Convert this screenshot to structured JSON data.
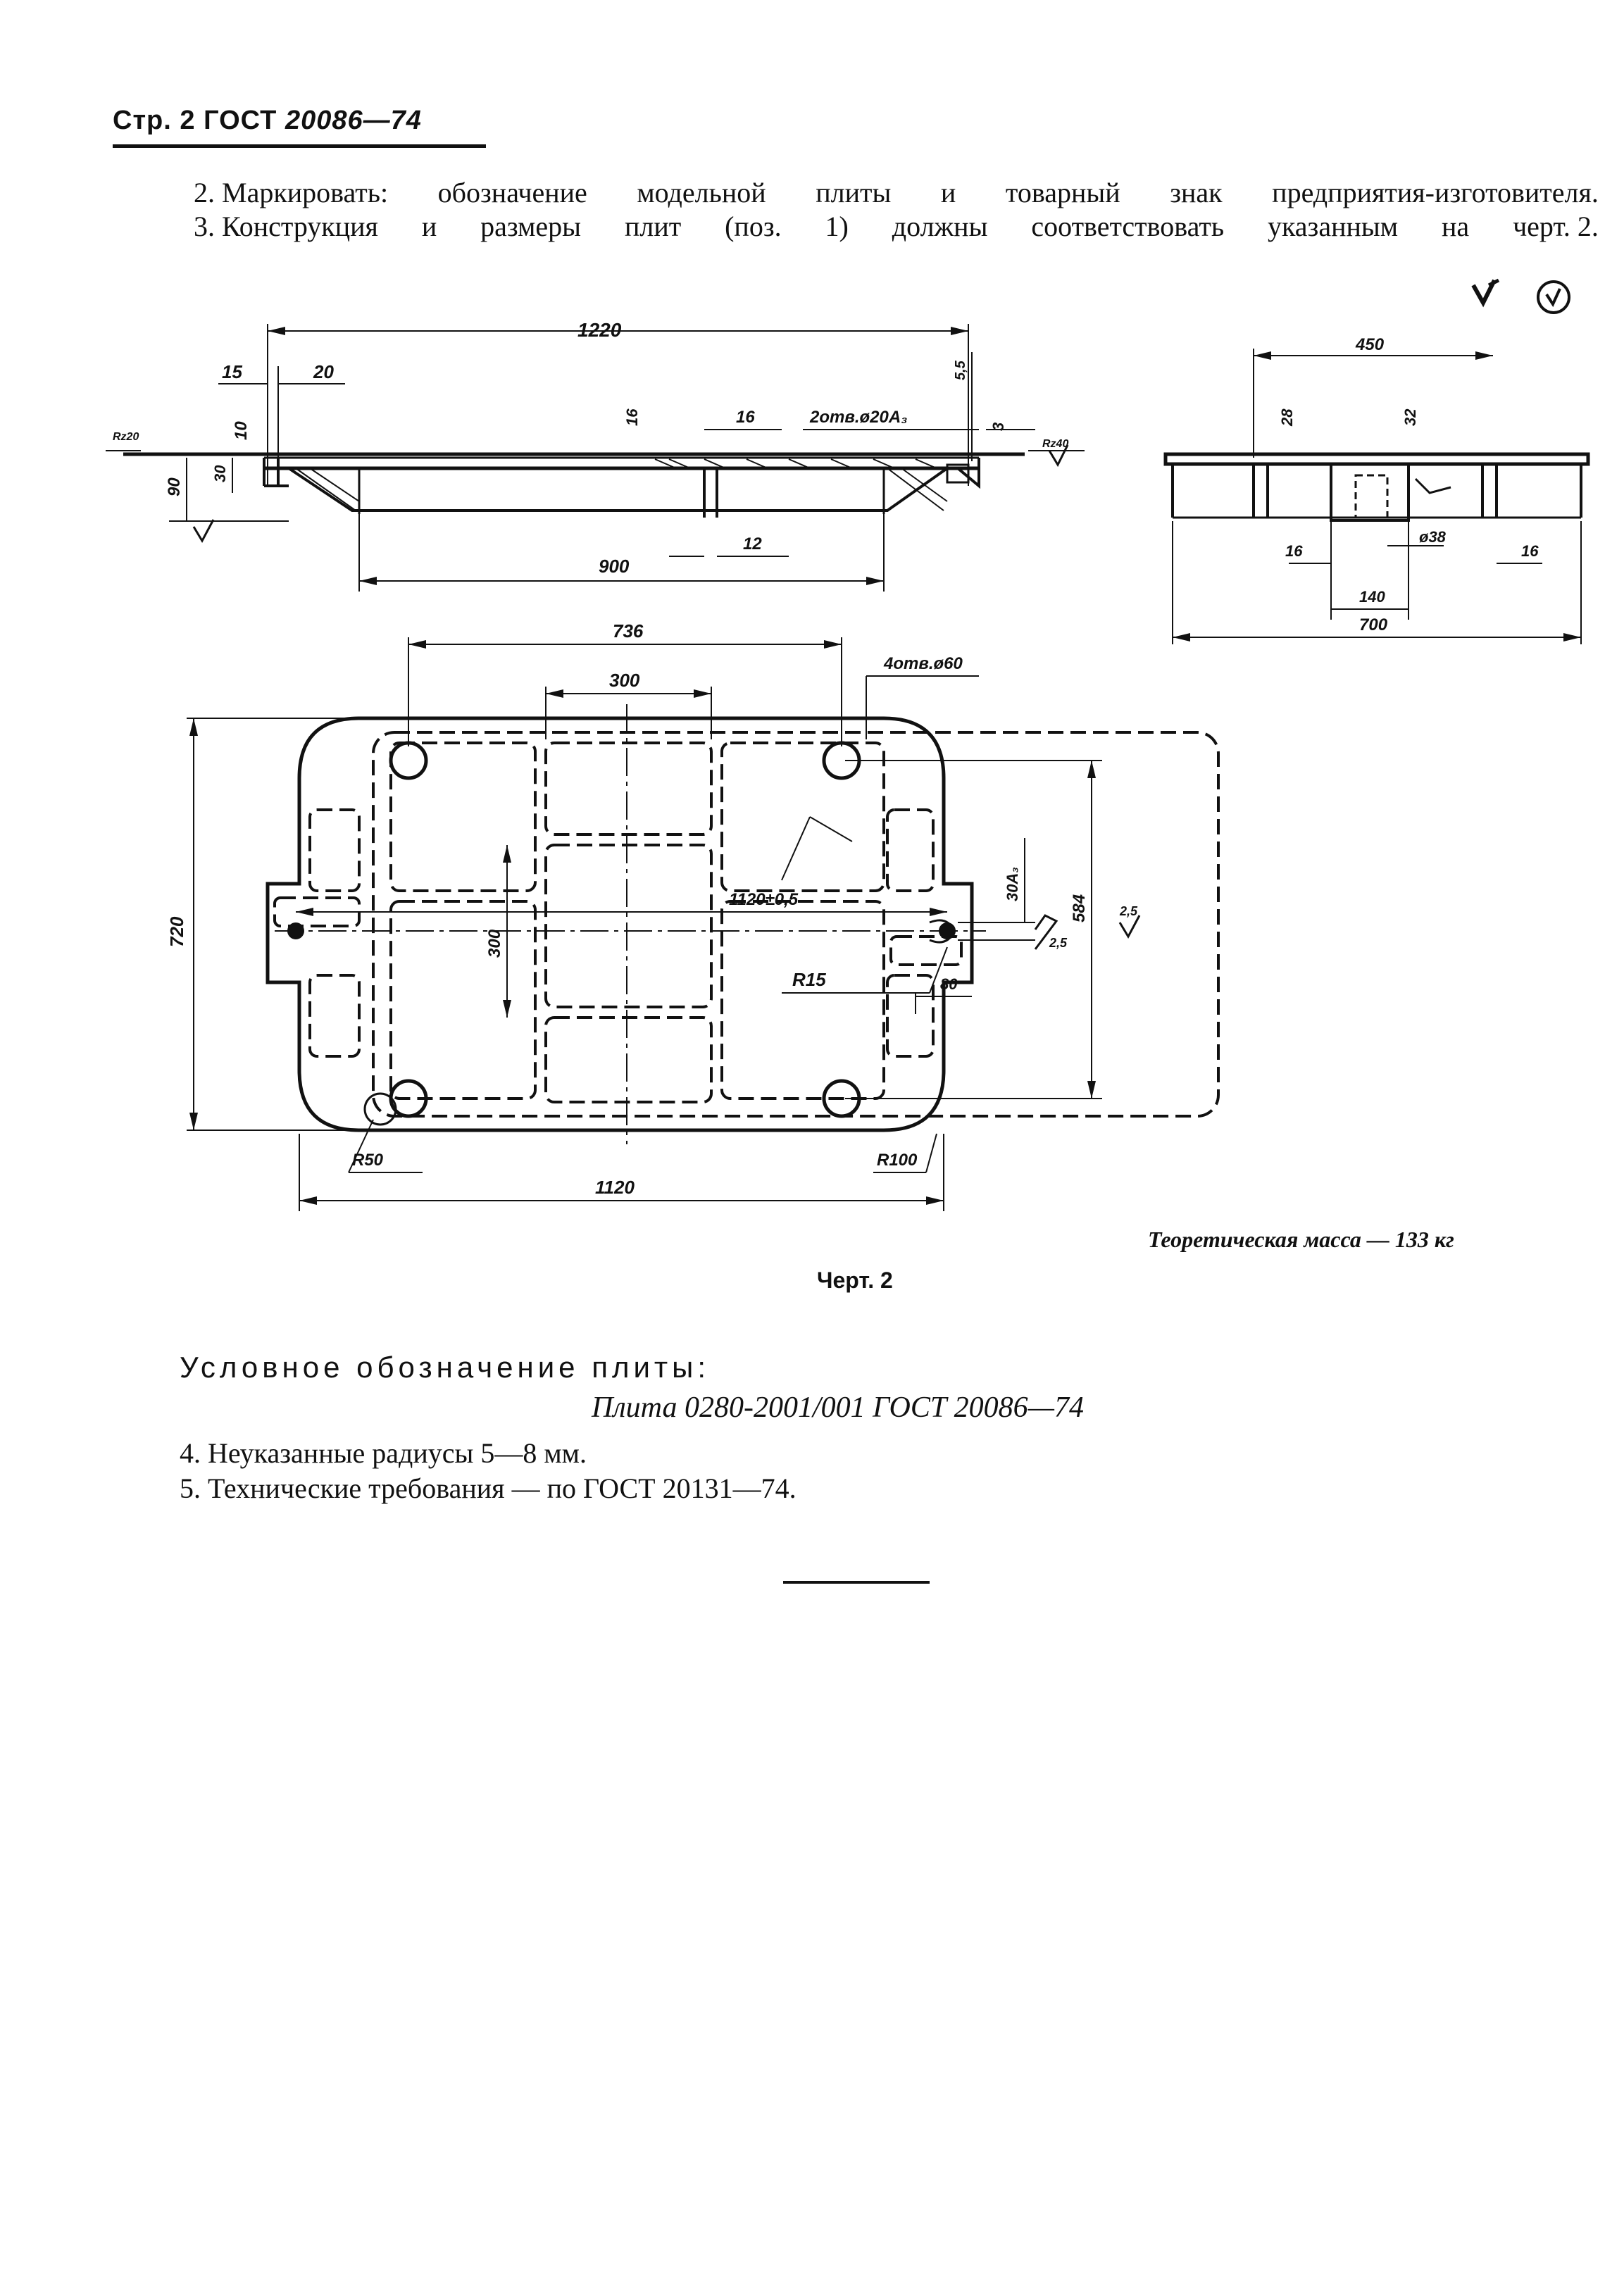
{
  "header": {
    "prefix": "Стр. 2",
    "standard": "ГОСТ",
    "number": "20086—74"
  },
  "paragraphs": {
    "p2_words": [
      "2. Маркировать:",
      "обозначение",
      "модельной",
      "плиты",
      "и",
      "товарный",
      "знак",
      "предприятия-изготовителя."
    ],
    "p3_words": [
      "3. Конструкция",
      "и",
      "размеры",
      "плит",
      "(поз.",
      "1)",
      "должны",
      "соответствовать",
      "указанным",
      "на",
      "черт. 2."
    ]
  },
  "drawing": {
    "dims": {
      "overall_length": "1220",
      "d15": "15",
      "d20": "20",
      "d10": "10",
      "d90": "90",
      "d30": "30",
      "d16a": "16",
      "d16b": "16",
      "holes_spec": "2отв.ø20A₃",
      "d3": "3",
      "d55": "5,5",
      "d900": "900",
      "d12": "12",
      "rz20": "Rz20",
      "rz40": "Rz40",
      "side_450": "450",
      "side_28": "28",
      "side_32": "32",
      "side_16a": "16",
      "side_38": "ø38",
      "side_16b": "16",
      "side_140": "140",
      "side_700": "700",
      "plan_736": "736",
      "plan_300top": "300",
      "plan_4holes": "4отв.ø60",
      "plan_720": "720",
      "plan_300side": "300",
      "plan_1120c": "1120±0,5",
      "plan_30a3": "30A₃",
      "plan_584": "584",
      "plan_25a": "2,5",
      "plan_25b": "2,5",
      "plan_r15": "R15",
      "plan_80": "80",
      "plan_r50": "R50",
      "plan_r100": "R100",
      "plan_1120": "1120"
    }
  },
  "mass": "Теоретическая масса — 133 кг",
  "caption": "Черт. 2",
  "designation": {
    "heading": "Условное обозначение плиты:",
    "value": "Плита 0280-2001/001 ГОСТ 20086—74"
  },
  "items": {
    "p4": "4. Неуказанные радиусы 5—8 мм.",
    "p5": "5. Технические требования — по ГОСТ 20131—74."
  }
}
